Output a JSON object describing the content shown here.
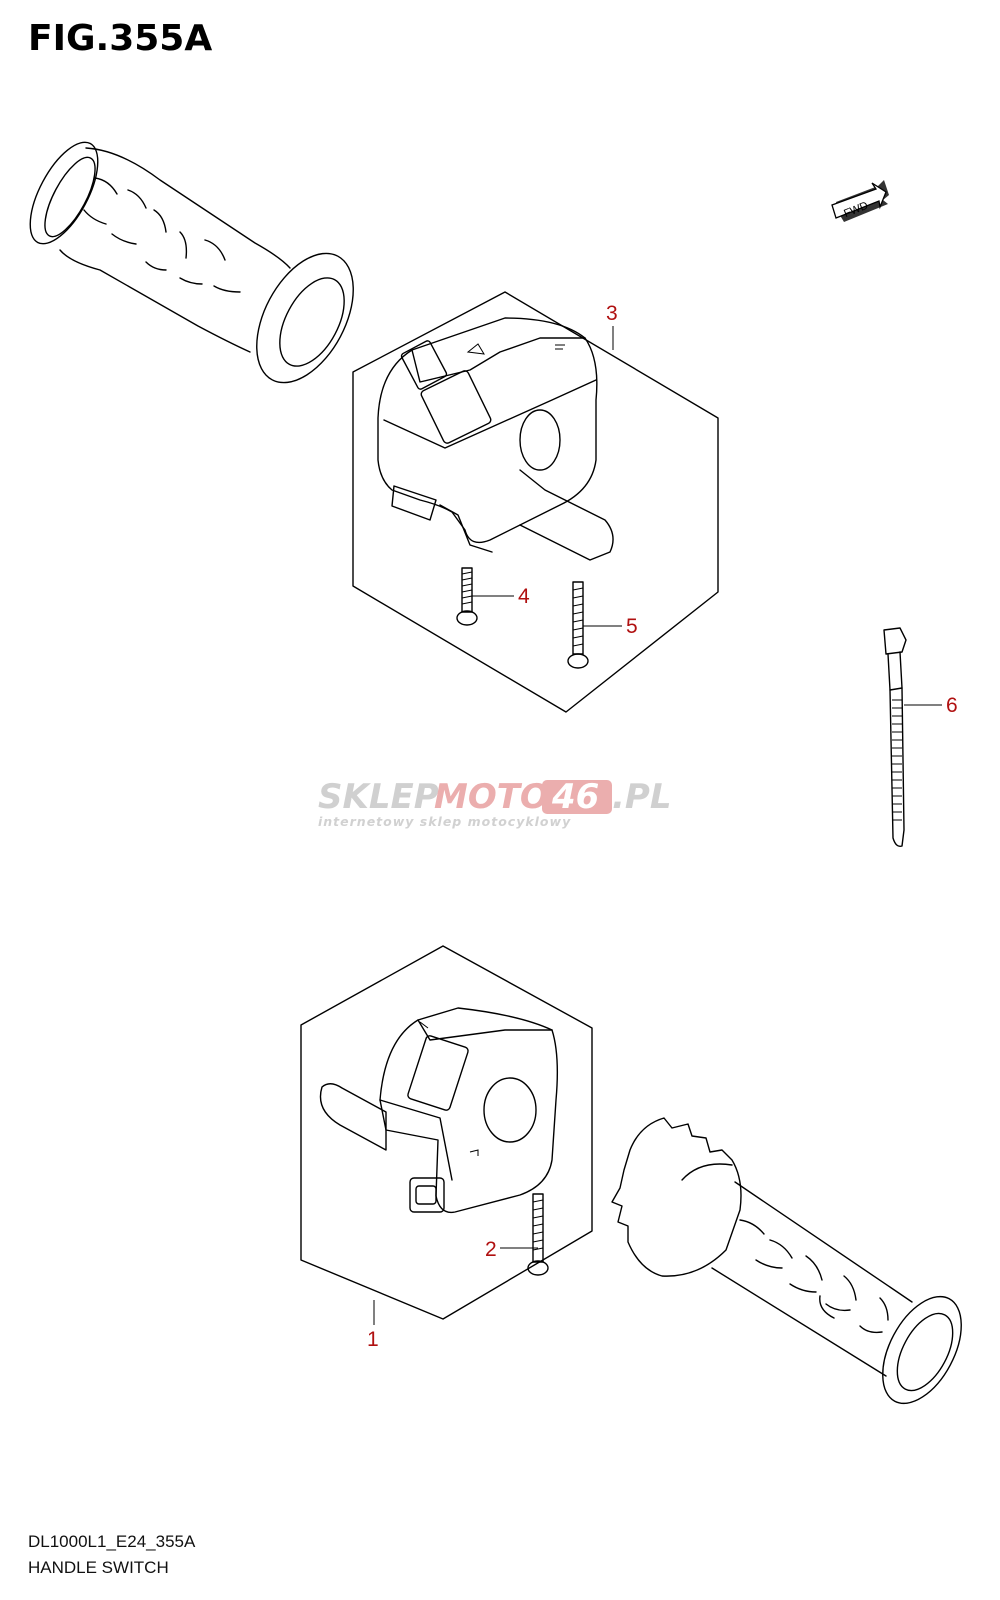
{
  "figure": {
    "title": "FIG.355A",
    "model_code": "DL1000L1_E24_355A",
    "name": "HANDLE SWITCH"
  },
  "fwd_badge": "FWD",
  "watermark": {
    "part1": "SKLEP",
    "part2": "MOTO",
    "part3": "46",
    "part4": ".PL",
    "tagline": "internetowy sklep motocyklowy",
    "colors": {
      "grey": "#c8c8c8",
      "red": "#e8a0a0"
    }
  },
  "callouts": [
    {
      "number": "1"
    },
    {
      "number": "2"
    },
    {
      "number": "3"
    },
    {
      "number": "4"
    },
    {
      "number": "5"
    },
    {
      "number": "6"
    }
  ],
  "colors": {
    "callout": "#b01010",
    "line": "#000000"
  }
}
